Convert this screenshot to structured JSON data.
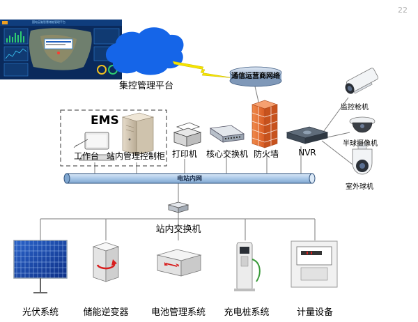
{
  "page_number": "22",
  "platform": {
    "label": "集控管理平台",
    "screen_title": "国电云脑智慧储能管理平台"
  },
  "carrier_network": {
    "label": "通信运营商网络"
  },
  "ems": {
    "title": "EMS",
    "workstation_label": "工作台",
    "control_cabinet_label": "站内管理控制柜"
  },
  "devices": {
    "printer": "打印机",
    "core_switch": "核心交换机",
    "firewall": "防火墙",
    "nvr": "NVR"
  },
  "cameras": {
    "bullet": "监控枪机",
    "dome": "半球摄像机",
    "outdoor_ptz": "室外球机"
  },
  "station_network": {
    "label": "电站内网"
  },
  "station_switch": {
    "label": "站内交换机"
  },
  "field_devices": {
    "pv": "光伏系统",
    "pcs": "储能逆变器",
    "bms": "电池管理系统",
    "charger": "充电桩系统",
    "meter": "计量设备"
  },
  "colors": {
    "bus": "#a9c8e8",
    "bus_stroke": "#2d4f7a",
    "cloud": "#1565e8",
    "lightning": "#f5e400",
    "firewall": "#e8743a",
    "screen_bg": "#0a2a5c"
  }
}
